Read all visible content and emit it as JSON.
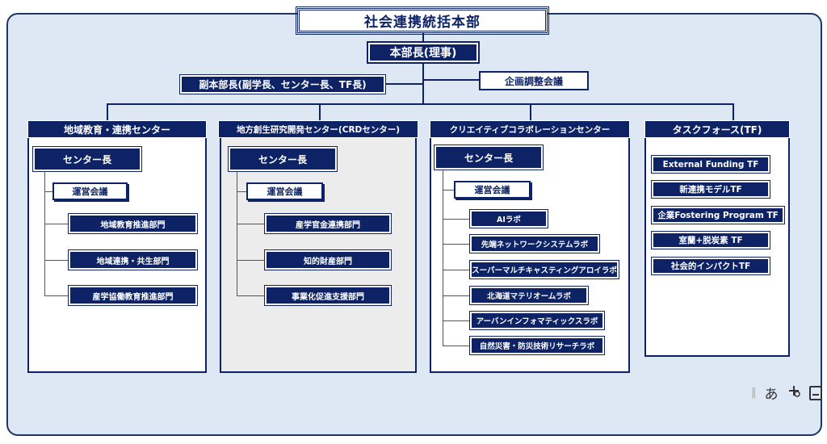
{
  "header": {
    "title": "社会連携統括本部",
    "chief": "本部長(理事)",
    "deputy": "副本部長(副学長、センター長、TF長)",
    "planning_council": "企画調整会議"
  },
  "columns": [
    {
      "title": "地域教育・連携センター",
      "center_lead": "センター長",
      "ops_council": "運営会議",
      "departments": [
        "地域教育推進部門",
        "地域連携・共生部門",
        "産学協働教育推進部門"
      ]
    },
    {
      "title": "地方創生研究開発センター(CRDセンター)",
      "center_lead": "センター長",
      "ops_council": "運営会議",
      "departments": [
        "産学官金連携部門",
        "知的財産部門",
        "事業化促進支援部門"
      ]
    },
    {
      "title": "クリエイティブコラボレーションセンター",
      "center_lead": "センター長",
      "ops_council": "運営会議",
      "labs": [
        "AIラボ",
        "先端ネットワークシステムラボ",
        "スーパーマルチキャスティングアロイラボ",
        "北海道マテリオームラボ",
        "アーバンインフォマティックスラボ",
        "自然災害・防災技術リサーチラボ"
      ]
    },
    {
      "title": "タスクフォース(TF)",
      "task_forces": [
        "External Funding TF",
        "新連携モデルTF",
        "企業Fostering Program TF",
        "室蘭+脱炭素 TF",
        "社会的インパクトTF"
      ]
    }
  ],
  "ime_toolbar": {
    "divider": "‖",
    "hiragana": "あ"
  },
  "colors": {
    "navy": "#0d2366",
    "frame_bg": "#dde8f4",
    "gray_panel": "#ececec"
  }
}
